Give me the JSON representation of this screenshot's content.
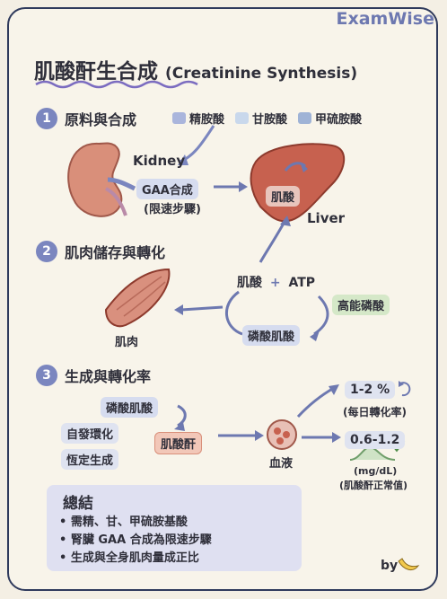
{
  "brand": "ExamWise",
  "title": {
    "zh": "肌酸酐生合成",
    "en": "(Creatinine Synthesis)"
  },
  "section1": {
    "num": "1",
    "title": "原料與合成"
  },
  "legend": [
    {
      "label": "精胺酸",
      "color": "#aab5dc"
    },
    {
      "label": "甘胺酸",
      "color": "#c9d8ec"
    },
    {
      "label": "甲硫胺酸",
      "color": "#9fb3d6"
    }
  ],
  "kidney": {
    "label": "Kidney",
    "gaa": "GAA合成",
    "note": "(限速步驟)"
  },
  "liver": {
    "label": "Liver",
    "inner": "肌酸"
  },
  "section2": {
    "num": "2",
    "title": "肌肉儲存與轉化"
  },
  "muscle": "肌肉",
  "creatine_atp": {
    "creatine": "肌酸",
    "plus": "+",
    "atp": "ATP"
  },
  "high_energy": "高能磷酸",
  "phosphocreatine": "磷酸肌酸",
  "section3": {
    "num": "3",
    "title": "生成與轉化率"
  },
  "pc2": "磷酸肌酸",
  "spontaneous": "自發環化",
  "constant": "恆定生成",
  "creatinine": "肌酸酐",
  "blood": "血液",
  "rate": {
    "value": "1-2 %",
    "label": "(每日轉化率)"
  },
  "normal": {
    "value": "0.6-1.2",
    "unit": "(mg/dL)",
    "label": "(肌酸酐正常值)"
  },
  "summary": {
    "title": "總結",
    "items": [
      "需精、甘、甲硫胺基酸",
      "腎臟 GAA 合成為限速步驟",
      "生成與全身肌肉量成正比"
    ]
  },
  "byline": "by"
}
